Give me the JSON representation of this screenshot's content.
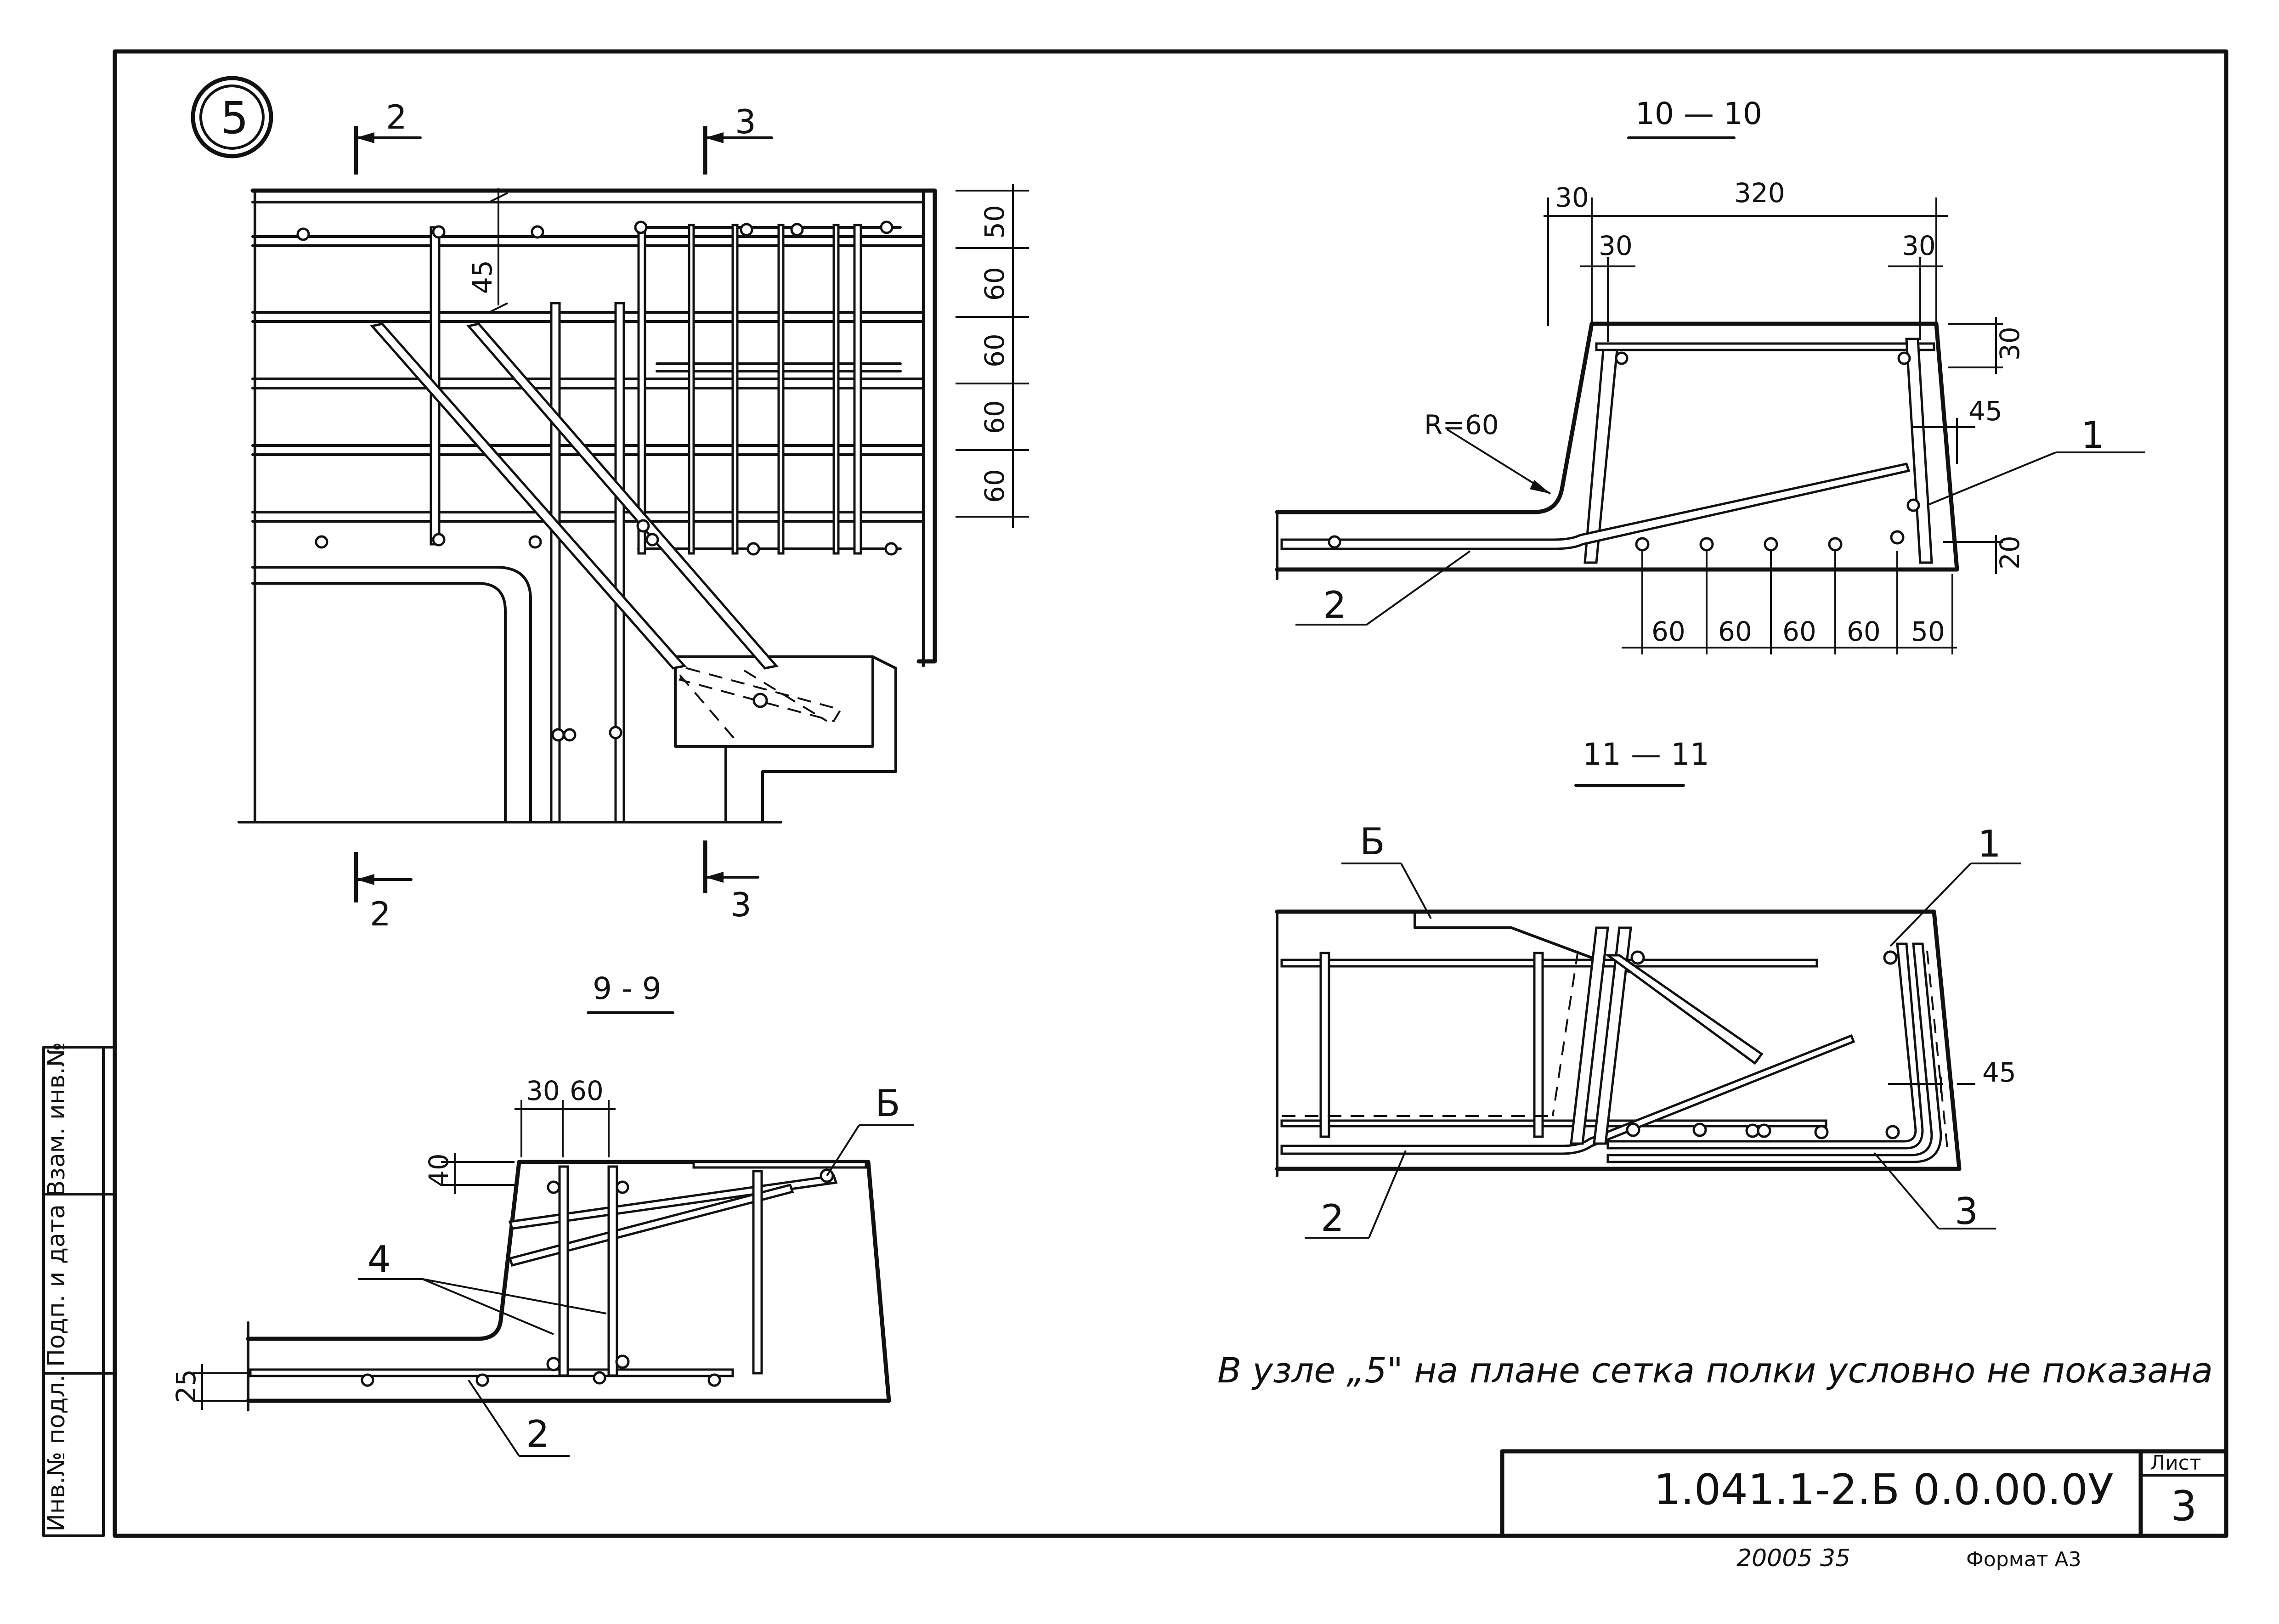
{
  "node_label": "5",
  "plan": {
    "section_marks": [
      "2",
      "2",
      "3",
      "3"
    ],
    "dims_right": [
      "50",
      "60",
      "60",
      "60",
      "60"
    ],
    "dim_45": "45"
  },
  "section_10": {
    "title": "10 — 10",
    "dims_top": [
      "30",
      "320"
    ],
    "dims_inner": [
      "30",
      "30"
    ],
    "dims_right": [
      "30",
      "45",
      "20"
    ],
    "dims_bottom": [
      "60",
      "60",
      "60",
      "60",
      "50"
    ],
    "radius": "R=60",
    "callouts": [
      "1",
      "2"
    ]
  },
  "section_11": {
    "title": "11 — 11",
    "callouts": [
      "Б",
      "1",
      "2",
      "3"
    ],
    "dim_45": "45"
  },
  "section_9": {
    "title": "9 - 9",
    "dims_top": [
      "30",
      "60"
    ],
    "dim_40": "40",
    "dim_25": "25",
    "callouts": [
      "Б",
      "4",
      "2"
    ]
  },
  "note": "В узле „5\" на плане сетка полки условно не показана",
  "title_block": {
    "code": "1.041.1-2.Б 0.0.00.0У",
    "sheet_label": "Лист",
    "sheet_number": "3"
  },
  "left_stamp": "Инв.№ подл.  Подп. и дата  Взам. инв.№",
  "footer": {
    "number": "20005 35",
    "format": "Формат А3"
  }
}
